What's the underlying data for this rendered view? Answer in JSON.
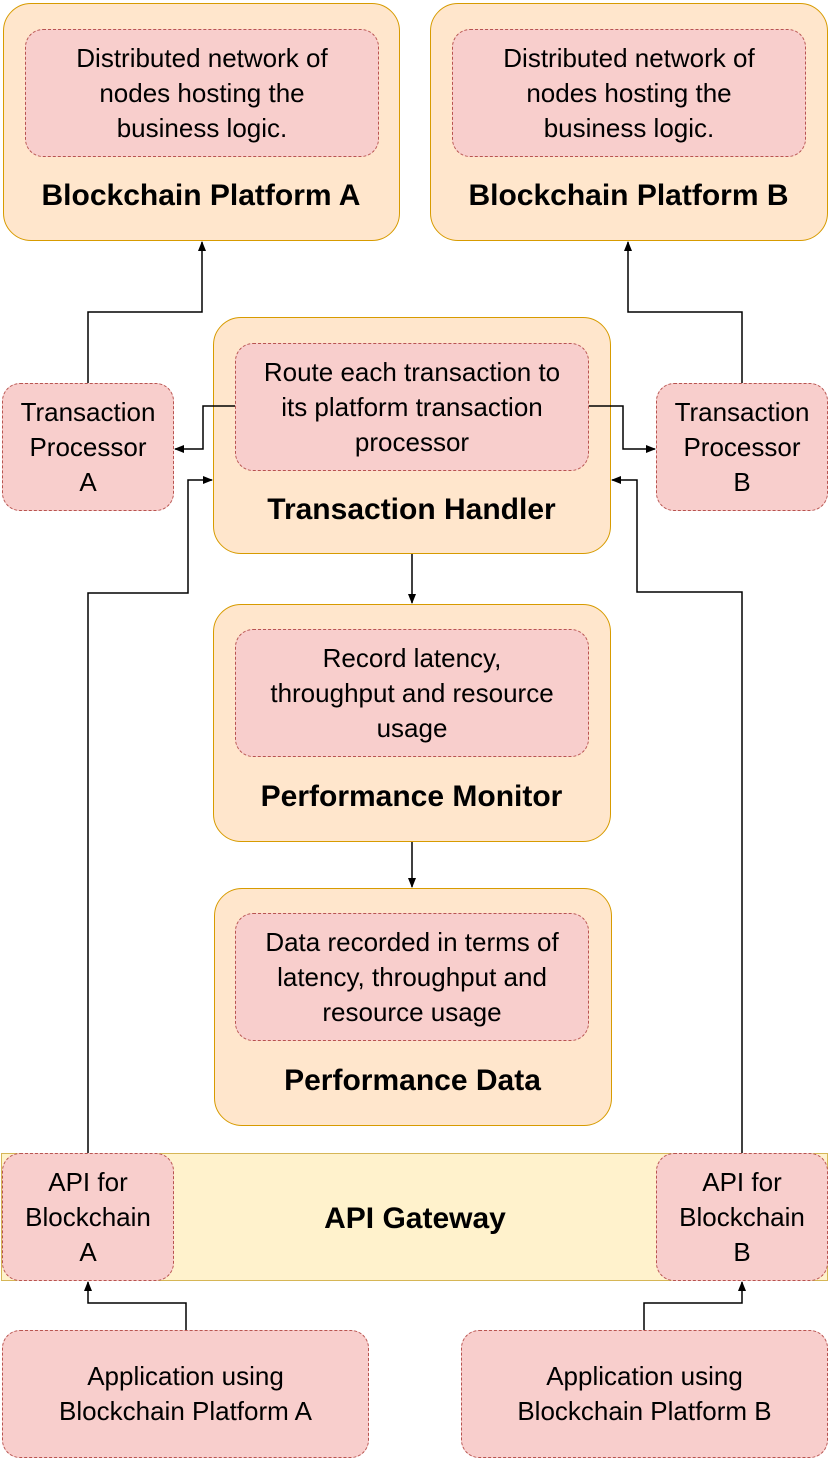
{
  "platform_a": {
    "description": "Distributed network of\nnodes hosting the\nbusiness logic.",
    "title": "Blockchain Platform A"
  },
  "platform_b": {
    "description": "Distributed network of\nnodes hosting the\nbusiness logic.",
    "title": "Blockchain Platform B"
  },
  "transaction_handler": {
    "description": "Route each transaction to\nits platform transaction\nprocessor",
    "title": "Transaction Handler"
  },
  "processor_a": {
    "label": "Transaction\nProcessor\nA"
  },
  "processor_b": {
    "label": "Transaction\nProcessor\nB"
  },
  "performance_monitor": {
    "description": "Record latency,\nthroughput and resource\nusage",
    "title": "Performance Monitor"
  },
  "performance_data": {
    "description": "Data recorded in terms of\nlatency, throughput and\nresource usage",
    "title": "Performance Data"
  },
  "api_gateway": {
    "title": "API Gateway",
    "api_a": "API for\nBlockchain\nA",
    "api_b": "API for\nBlockchain\nB"
  },
  "app_a": {
    "label": "Application using\nBlockchain Platform A"
  },
  "app_b": {
    "label": "Application using\nBlockchain Platform B"
  },
  "colors": {
    "container_fill": "#ffe6cc",
    "container_stroke": "#d79b00",
    "component_fill": "#f8cecc",
    "component_stroke": "#b85450",
    "gateway_fill": "#fff2cc",
    "gateway_stroke": "#d6b656"
  }
}
